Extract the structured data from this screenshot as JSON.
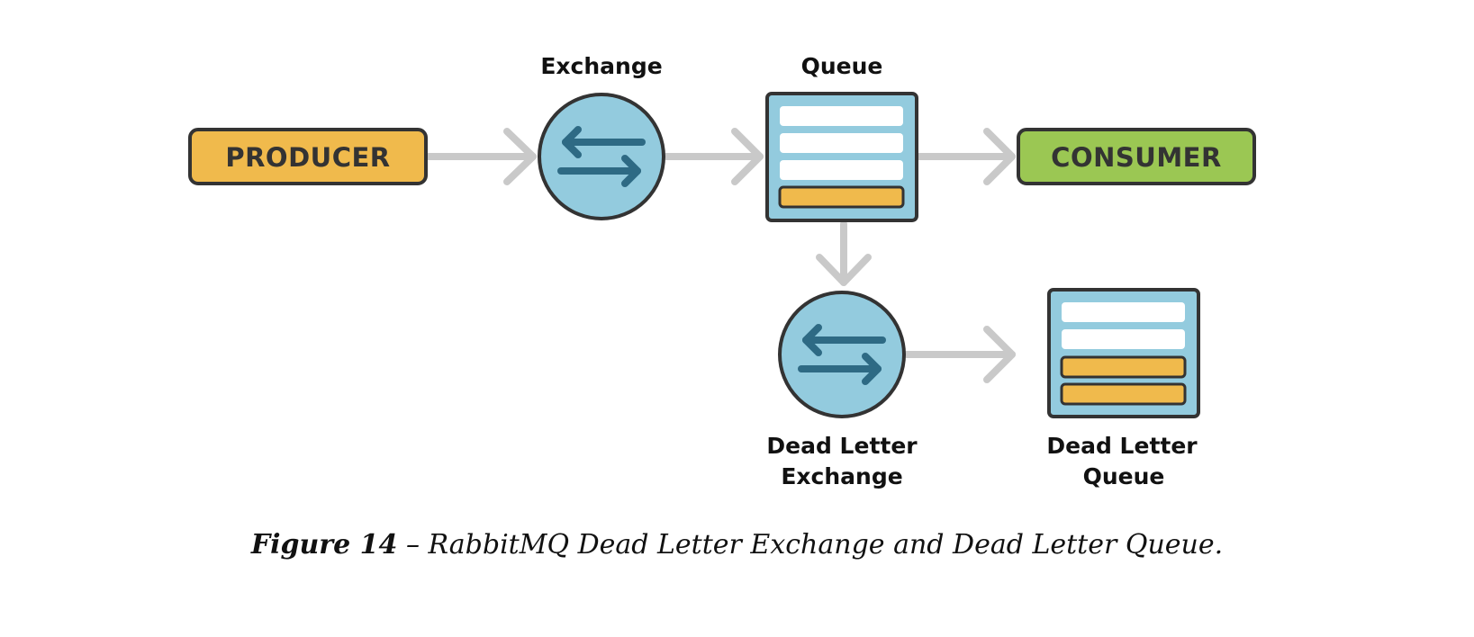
{
  "producer": {
    "label": "PRODUCER",
    "color": "#F0BA4C"
  },
  "consumer": {
    "label": "CONSUMER",
    "color": "#9BC753"
  },
  "exchange": {
    "label": "Exchange",
    "color": "#93CBDE",
    "icon": "swap-arrows-icon"
  },
  "queue": {
    "label": "Queue",
    "color": "#93CBDE",
    "message_color": "#F0BA4C"
  },
  "dead_letter_exchange": {
    "label_line1": "Dead Letter",
    "label_line2": "Exchange",
    "icon": "swap-arrows-icon"
  },
  "dead_letter_queue": {
    "label_line1": "Dead Letter",
    "label_line2": "Queue"
  },
  "caption": {
    "figure": "Figure 14",
    "separator": "–",
    "text": "RabbitMQ Dead Letter Exchange and Dead Letter Queue."
  },
  "colors": {
    "outline": "#333333",
    "arrow": "#C9C9C9",
    "icon_arrow": "#2E6A84",
    "slot": "#FFFFFF"
  }
}
